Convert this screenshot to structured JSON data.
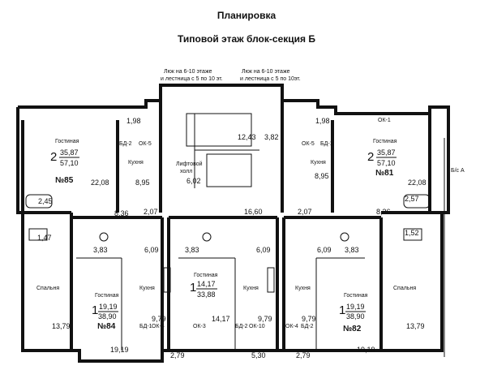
{
  "header": {
    "title": "Планировка",
    "subtitle": "Типовой этаж блок-секция Б"
  },
  "notes": {
    "hatch_left": [
      "Люк на 6-10 этаже",
      "и лестница с 5 по 10 эт."
    ],
    "hatch_right": [
      "Люк на 6-10 этаже",
      "и лестница с 5 по 10эт."
    ]
  },
  "axis_label": "Б/с А",
  "lift_hall": {
    "name": "Лифтовой",
    "name2": "холл"
  },
  "stair_area": "12,43",
  "hall_area": "6,02",
  "corridor_top": "3,82",
  "corridor_left": "2,07",
  "corridor_center": "16,60",
  "corridor_right": "2,07",
  "apartments": {
    "a85": {
      "number": "№85",
      "rooms": "2",
      "living": "35,87",
      "total": "57,10",
      "living_room": "Гостиная",
      "living_room_area": "22,08",
      "kitchen": "Кухня",
      "kitchen_area": "8,95",
      "bath": "2,45",
      "wc": "1,47",
      "hall": "8,36",
      "balcony": "1,98",
      "balcony_tag": "БД-2",
      "window_tag": "ОК-5"
    },
    "a81": {
      "number": "№81",
      "rooms": "2",
      "living": "35,87",
      "total": "57,10",
      "living_room": "Гостиная",
      "living_room_area": "22,08",
      "window_tag_top": "ОК-1",
      "kitchen": "Кухня",
      "kitchen_area": "8,95",
      "bath": "2,57",
      "wc": "1,52",
      "hall": "8,36",
      "balcony": "1,98",
      "balcony_tag": "БД-1",
      "window_tag": "ОК-5"
    },
    "a84": {
      "number": "№84",
      "rooms": "1",
      "living": "19,19",
      "total": "38,90",
      "living_room": "Гостиная",
      "living_room_area": "19,19",
      "kitchen": "Кухня",
      "kitchen_area": "9,79",
      "bedroom": "Спальня",
      "bedroom_area": "13,79",
      "bath": "3,83",
      "hall": "6,09",
      "balcony": "2,79",
      "door_tag": "БД-1",
      "window_tag": "ОК-4"
    },
    "a83": {
      "rooms": "1",
      "living": "14,17",
      "total": "33,88",
      "living_room": "Гостиная",
      "living_room_area": "14,17",
      "kitchen": "Кухня",
      "kitchen_area": "9,79",
      "bath": "3,83",
      "hall": "6,09",
      "balcony": "5,30",
      "window_tag": "ОК-3",
      "door_tag": "БД-2",
      "window_tag2": "ОК-10"
    },
    "a82": {
      "number": "№82",
      "rooms": "1",
      "living": "19,19",
      "total": "38,90",
      "living_room": "Гостиная",
      "living_room_area": "19,19",
      "kitchen": "Кухня",
      "kitchen_area": "9,79",
      "bedroom": "Спальня",
      "bedroom_area": "13,79",
      "bath": "3,83",
      "hall": "6,09",
      "balcony": "2,79",
      "door_tag": "БД-2",
      "window_tag": "ОК-4"
    }
  },
  "colors": {
    "line": "#111111",
    "background": "#ffffff"
  }
}
